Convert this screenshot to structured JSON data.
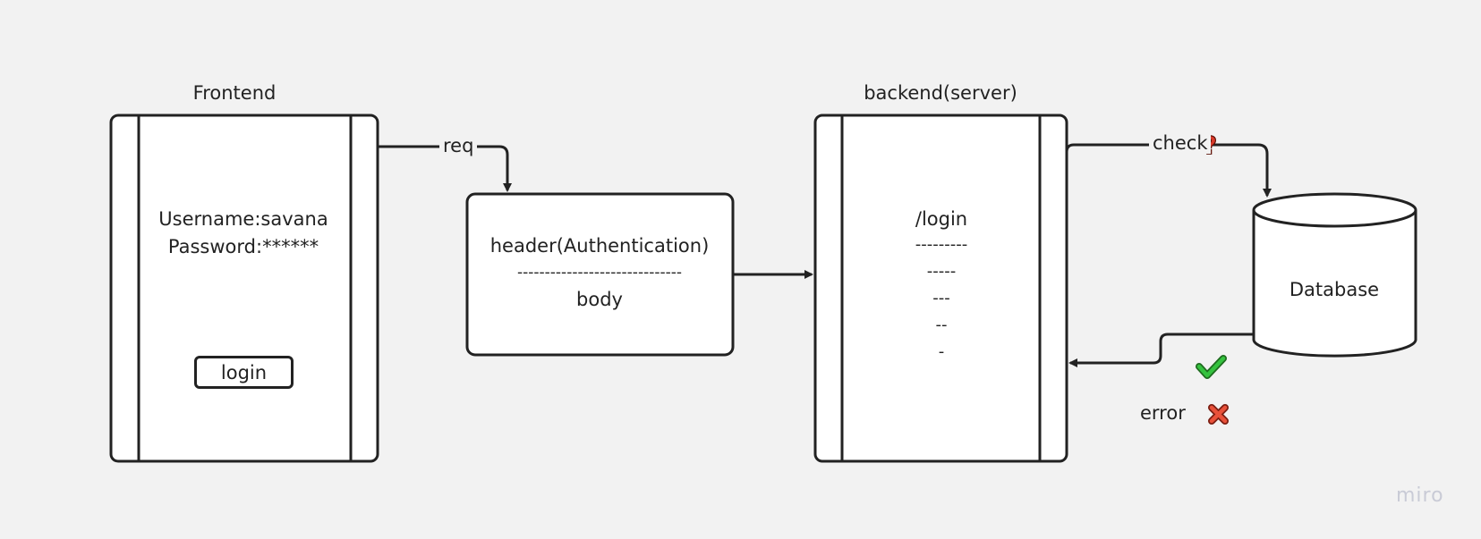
{
  "diagram": {
    "frontend": {
      "title": "Frontend",
      "username_line": "Username:savana",
      "password_line": "Password:******",
      "login_button": "login"
    },
    "request_edge_label": "req",
    "request_box": {
      "header": "header(Authentication)",
      "separator": "------------------------------",
      "body": "body"
    },
    "backend": {
      "title": "backend(server)",
      "route": "/login",
      "lines": [
        "---------",
        "-----",
        "---",
        "--",
        "-"
      ]
    },
    "check_edge_label": "check",
    "database": {
      "label": "Database"
    },
    "results": {
      "success_icon": "check-mark-icon",
      "error_label": "error",
      "error_icon": "cross-mark-icon"
    },
    "watermark": "miro"
  },
  "colors": {
    "background": "#f2f2f2",
    "stroke": "#222222",
    "success": "#2fb83a",
    "error": "#e0452f",
    "question": "#d83a2a"
  }
}
